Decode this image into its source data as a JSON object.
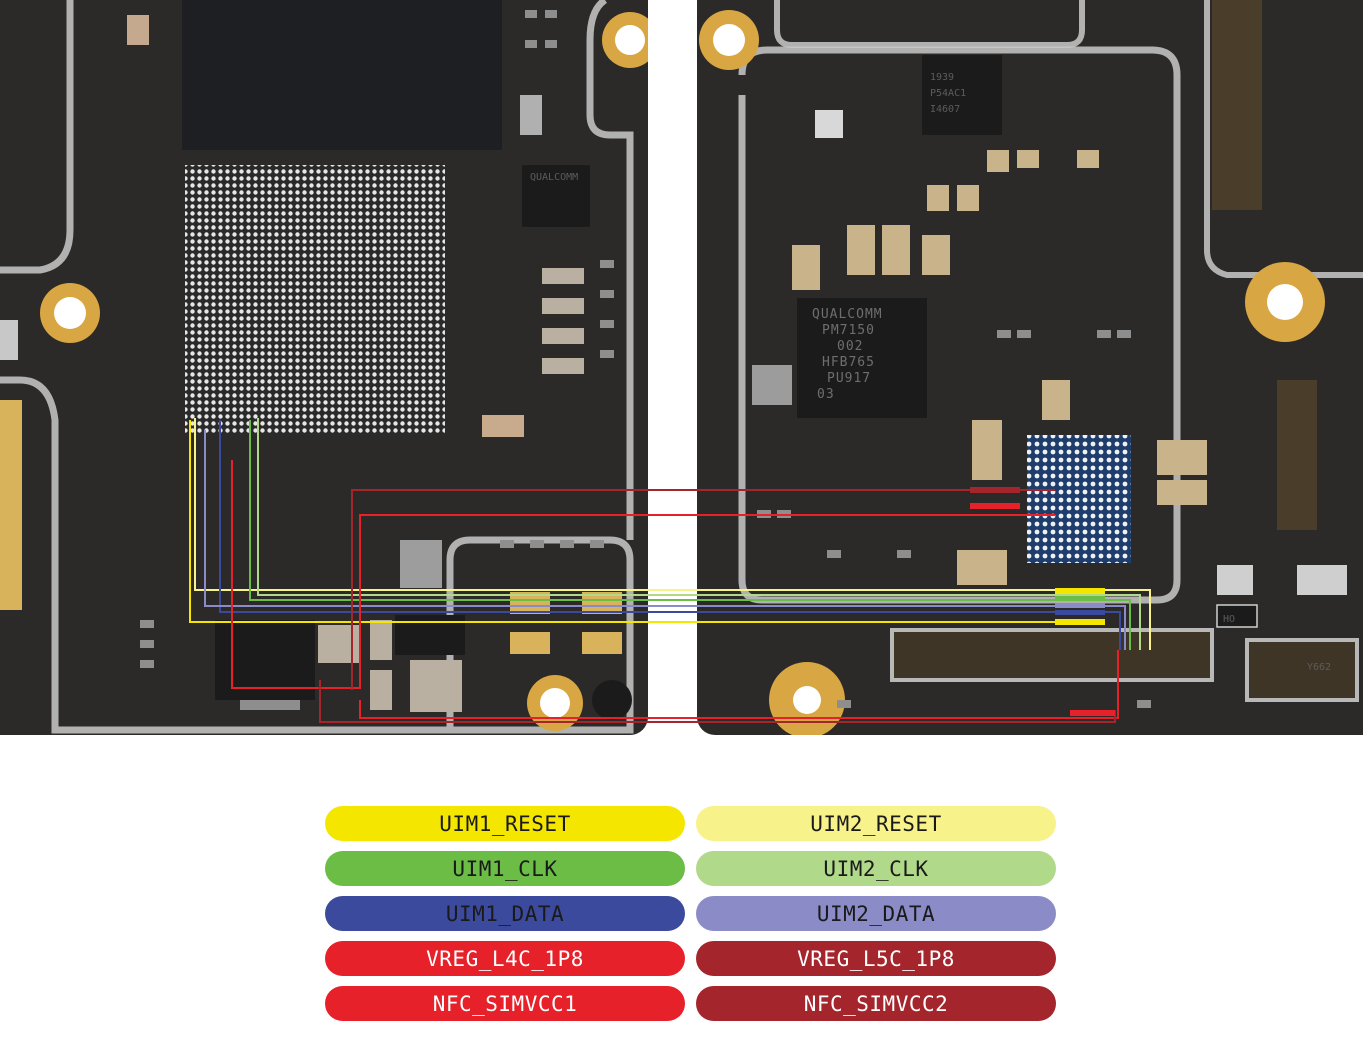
{
  "title": "",
  "board": {
    "left_chip_label": "QUALCOMM",
    "pmic_label_lines": [
      "QUALCOMM",
      "PM7150",
      "002",
      "HFB765",
      "PU917",
      "03"
    ],
    "top_chip_lines": [
      "1939",
      "P54AC1",
      "I4607"
    ],
    "connector_label": "Y662",
    "bottom_label": "HO"
  },
  "legend": {
    "items": [
      {
        "id": "uim1-reset",
        "label": "UIM1_RESET",
        "color": "#f5e600",
        "text_color": "#1a1a1a"
      },
      {
        "id": "uim2-reset",
        "label": "UIM2_RESET",
        "color": "#f7f28a",
        "text_color": "#1a1a1a"
      },
      {
        "id": "uim1-clk",
        "label": "UIM1_CLK",
        "color": "#6cbd45",
        "text_color": "#1a1a1a"
      },
      {
        "id": "uim2-clk",
        "label": "UIM2_CLK",
        "color": "#b1d98a",
        "text_color": "#1a1a1a"
      },
      {
        "id": "uim1-data",
        "label": "UIM1_DATA",
        "color": "#3b4a9c",
        "text_color": "#1a1a1a"
      },
      {
        "id": "uim2-data",
        "label": "UIM2_DATA",
        "color": "#8b8cc7",
        "text_color": "#1a1a1a"
      },
      {
        "id": "vreg-l4c-1p8",
        "label": "VREG_L4C_1P8",
        "color": "#e62129",
        "text_color": "#ffffff"
      },
      {
        "id": "vreg-l5c-1p8",
        "label": "VREG_L5C_1P8",
        "color": "#a4262c",
        "text_color": "#ffffff"
      },
      {
        "id": "nfc-simvcc1",
        "label": "NFC_SIMVCC1",
        "color": "#e62129",
        "text_color": "#ffffff"
      },
      {
        "id": "nfc-simvcc2",
        "label": "NFC_SIMVCC2",
        "color": "#a4262c",
        "text_color": "#ffffff"
      }
    ]
  }
}
